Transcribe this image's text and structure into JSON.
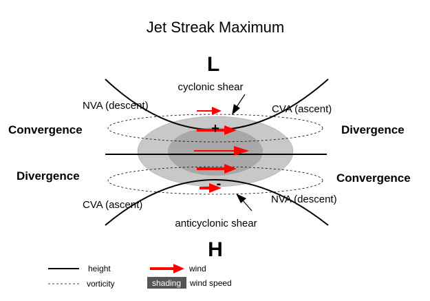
{
  "title": "Jet Streak Maximum",
  "low_label": "L",
  "high_label": "H",
  "regions": {
    "upper_left": "Convergence",
    "upper_right": "Divergence",
    "lower_left": "Divergence",
    "lower_right": "Convergence"
  },
  "annotations": {
    "cyclonic_shear": "cyclonic shear",
    "anticyclonic_shear": "anticyclonic shear",
    "upper_left_advection": "NVA (descent)",
    "upper_right_advection": "CVA (ascent)",
    "lower_left_advection": "CVA (ascent)",
    "lower_right_advection": "NVA (descent)",
    "plus_sign": "+",
    "minus_sign": "-"
  },
  "legend": {
    "height": "height",
    "vorticity": "vorticity",
    "wind": "wind",
    "shading": "shading",
    "wind_speed": "wind speed"
  },
  "colors": {
    "wind_arrow": "#ff0000",
    "outer_shading": "#c8c8c8",
    "inner_shading": "#a8a8a8",
    "legend_shading": "#555555"
  }
}
